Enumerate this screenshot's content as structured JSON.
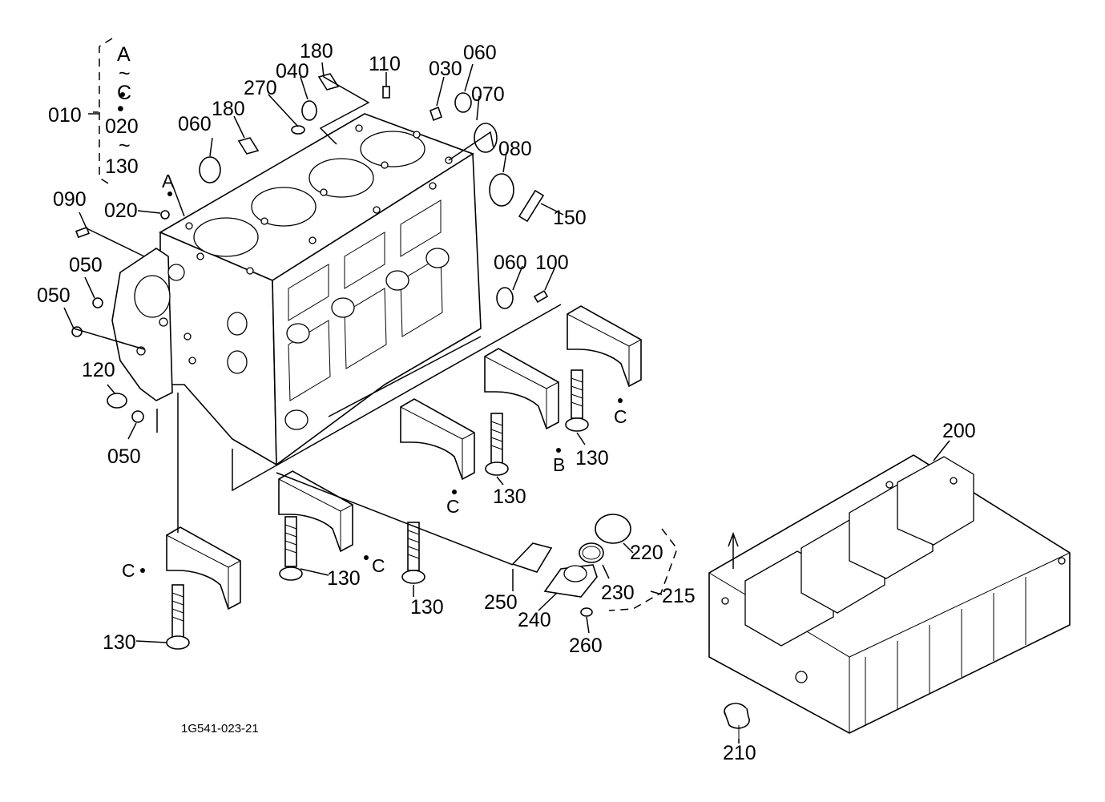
{
  "labels": {
    "p010": "010",
    "p010_range_a": "A",
    "p010_tilde_1": "~",
    "p010_range_c": "C",
    "p010_dot": "•",
    "p010_range_020": "020",
    "p010_tilde_2": "~",
    "p010_range_130": "130",
    "p020": "020",
    "p030": "030",
    "p040": "040",
    "p050_a": "050",
    "p050_b": "050",
    "p050_c": "050",
    "p060_a": "060",
    "p060_b": "060",
    "p060_c": "060",
    "p070": "070",
    "p080": "080",
    "p090": "090",
    "p100": "100",
    "p110": "110",
    "p120": "120",
    "p130_a": "130",
    "p130_b": "130",
    "p130_c": "130",
    "p130_d": "130",
    "p130_e": "130",
    "p150": "150",
    "p180_a": "180",
    "p180_b": "180",
    "p200": "200",
    "p210": "210",
    "p215": "215",
    "p220": "220",
    "p230": "230",
    "p240": "240",
    "p250": "250",
    "p260": "260",
    "p270": "270",
    "letter_a": "A",
    "letter_b": "B",
    "letter_c1": "C",
    "letter_c2": "C",
    "letter_c3": "C",
    "letter_c4": "C"
  },
  "drawing_code": "1G541-023-21"
}
